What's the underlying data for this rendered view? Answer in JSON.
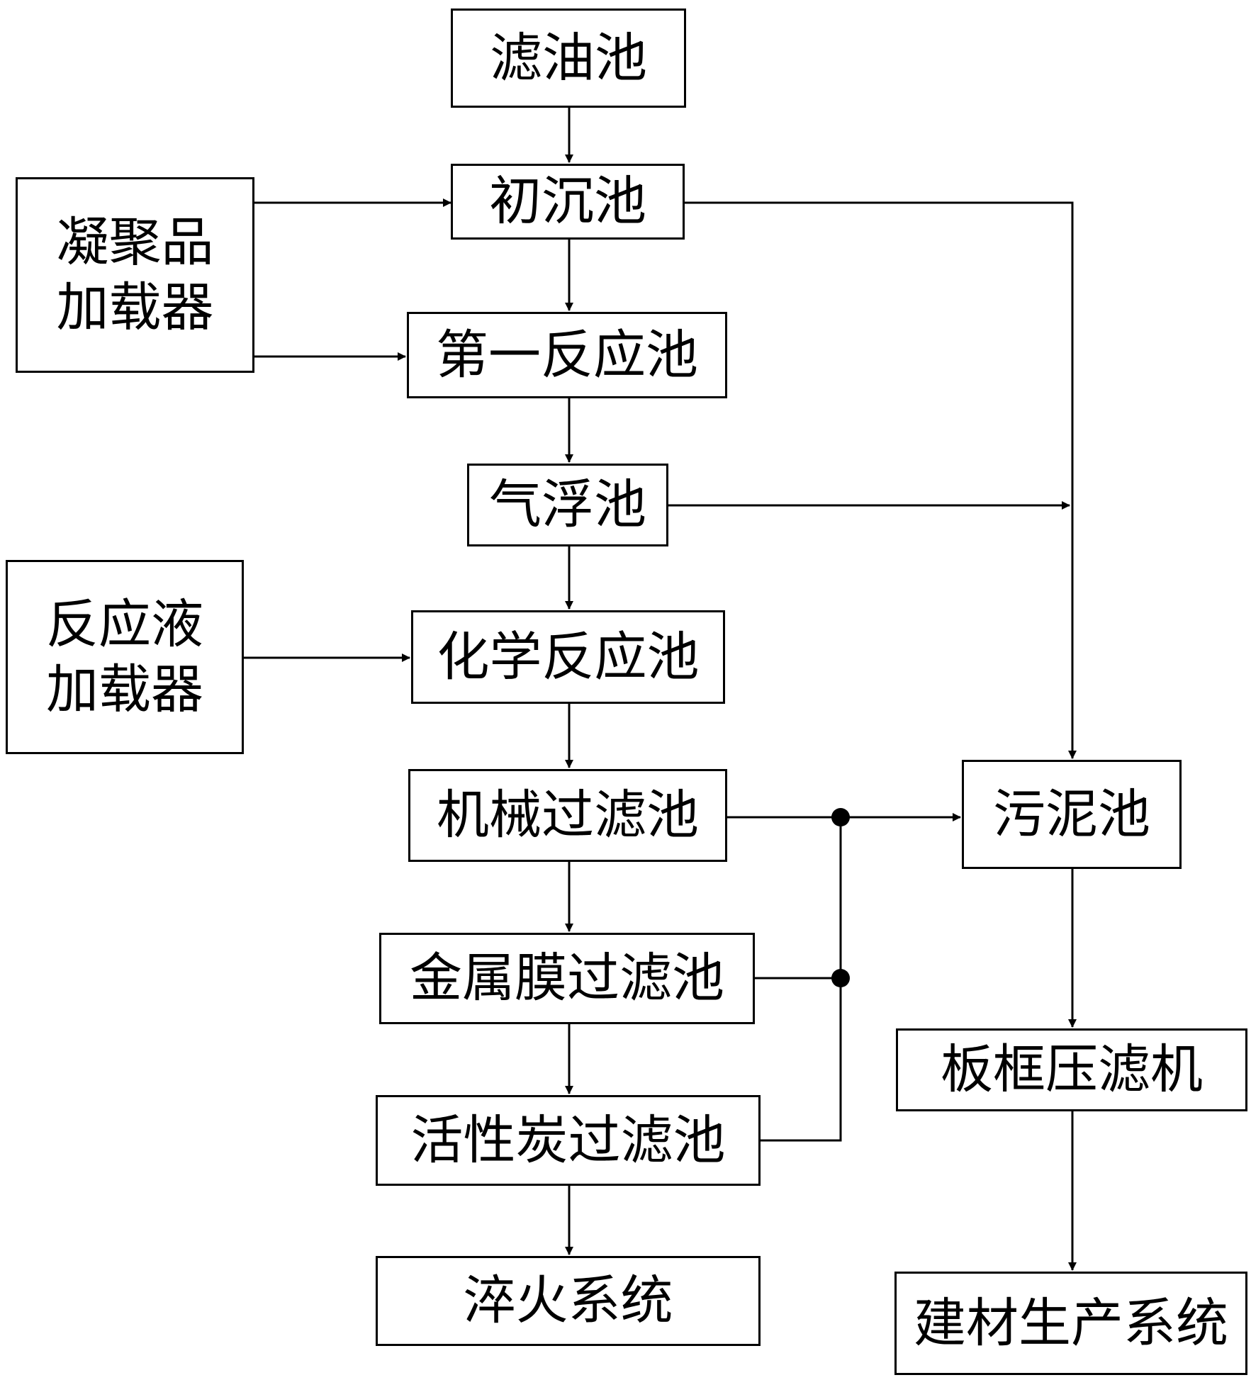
{
  "nodes": {
    "oil_filter_tank": "滤油池",
    "primary_settling_tank": "初沉池",
    "coagulant_loader": [
      "凝聚品",
      "加载器"
    ],
    "first_reaction_tank": "第一反应池",
    "air_flotation_tank": "气浮池",
    "reaction_liquid_loader": [
      "反应液",
      "加载器"
    ],
    "chemical_reaction_tank": "化学反应池",
    "mechanical_filter_tank": "机械过滤池",
    "metal_membrane_filter_tank": "金属膜过滤池",
    "activated_carbon_filter_tank": "活性炭过滤池",
    "quenching_system": "淬火系统",
    "sludge_tank": "污泥池",
    "plate_frame_filter_press": "板框压滤机",
    "building_material_production_system": "建材生产系统"
  },
  "edges": [
    {
      "from": "oil_filter_tank",
      "to": "primary_settling_tank"
    },
    {
      "from": "coagulant_loader",
      "to": "primary_settling_tank"
    },
    {
      "from": "coagulant_loader",
      "to": "first_reaction_tank"
    },
    {
      "from": "primary_settling_tank",
      "to": "first_reaction_tank"
    },
    {
      "from": "primary_settling_tank",
      "to": "sludge_tank"
    },
    {
      "from": "first_reaction_tank",
      "to": "air_flotation_tank"
    },
    {
      "from": "air_flotation_tank",
      "to": "sludge_tank"
    },
    {
      "from": "air_flotation_tank",
      "to": "chemical_reaction_tank"
    },
    {
      "from": "reaction_liquid_loader",
      "to": "chemical_reaction_tank"
    },
    {
      "from": "chemical_reaction_tank",
      "to": "mechanical_filter_tank"
    },
    {
      "from": "mechanical_filter_tank",
      "to": "metal_membrane_filter_tank"
    },
    {
      "from": "mechanical_filter_tank",
      "to": "sludge_tank"
    },
    {
      "from": "metal_membrane_filter_tank",
      "to": "sludge_tank"
    },
    {
      "from": "metal_membrane_filter_tank",
      "to": "activated_carbon_filter_tank"
    },
    {
      "from": "activated_carbon_filter_tank",
      "to": "sludge_tank"
    },
    {
      "from": "activated_carbon_filter_tank",
      "to": "quenching_system"
    },
    {
      "from": "sludge_tank",
      "to": "plate_frame_filter_press"
    },
    {
      "from": "plate_frame_filter_press",
      "to": "building_material_production_system"
    }
  ]
}
